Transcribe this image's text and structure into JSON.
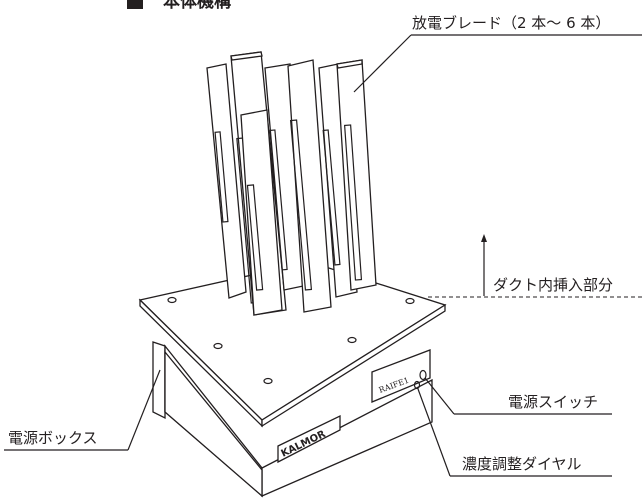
{
  "title": "本体機構",
  "labels": {
    "blade": "放電ブレード（2 本〜 6 本）",
    "duct": "ダクト内挿入部分",
    "power_box": "電源ボックス",
    "power_switch": "電源スイッチ",
    "dial": "濃度調整ダイヤル"
  },
  "device": {
    "brand": "KALMOR",
    "panel_text": "RAIFE1"
  },
  "colors": {
    "line": "#231f20",
    "background": "#ffffff"
  }
}
